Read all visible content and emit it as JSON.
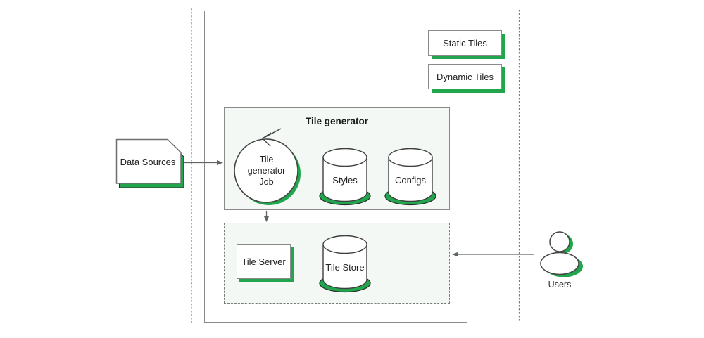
{
  "diagram": {
    "colors": {
      "accent_green": "#21a64e",
      "group_fill": "#f3f8f5",
      "border_gray": "#8a8a8a",
      "connector_gray": "#5f6368",
      "text": "#222222"
    },
    "nodes": {
      "data_sources": {
        "label": "Data Sources"
      },
      "tile_generator_group": {
        "title": "Tile generator"
      },
      "tile_generator_job": {
        "line1": "Tile",
        "line2": "generator",
        "line3": "Job"
      },
      "styles": {
        "label": "Styles"
      },
      "configs": {
        "label": "Configs"
      },
      "tile_server": {
        "label": "Tile Server"
      },
      "tile_store": {
        "label": "Tile Store"
      },
      "static_tiles": {
        "label": "Static Tiles"
      },
      "dynamic_tiles": {
        "label": "Dynamic Tiles"
      },
      "users": {
        "label": "Users"
      }
    }
  }
}
